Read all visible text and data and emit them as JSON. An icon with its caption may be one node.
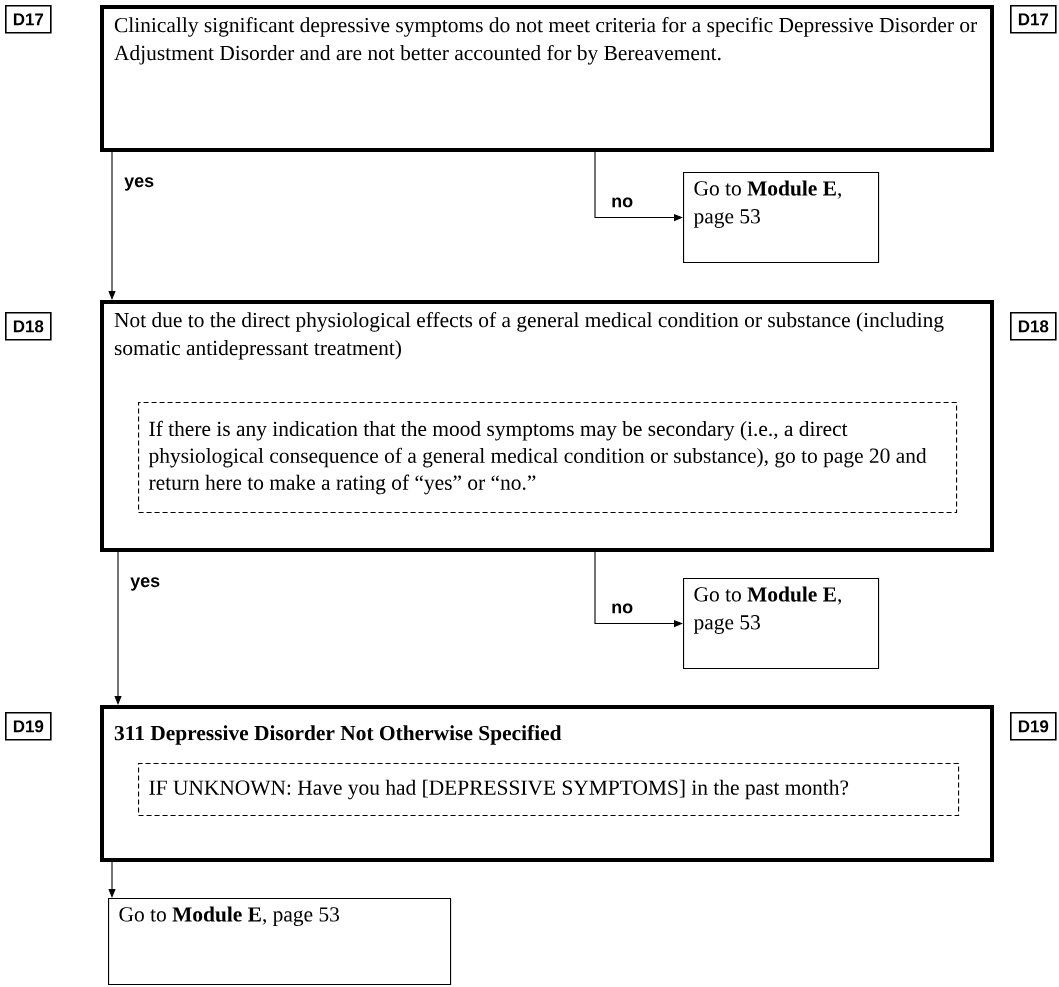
{
  "diagram": {
    "nodes": [
      {
        "text": [
          "D17"
        ]
      },
      {
        "text": [
          "Clinically significant depressive symptoms do not meet criteria for a specific Depressive Disorder or Adjustment Disorder and are not better accounted for by Bereavement."
        ]
      },
      {
        "text": [
          "D17"
        ]
      },
      {
        "text": [
          "Go to **Module E**, page 53"
        ]
      },
      {
        "text": [
          "D18"
        ]
      },
      {
        "text": [
          "Not due to the direct physiological effects of a general medical condition or substance (including somatic antidepressant treatment)"
        ]
      },
      {
        "text": [
          "If there is any indication that the mood symptoms may be secondary (i.e., a direct physiological consequence of a general medical condition or substance), go to page 20 and return here to make a rating of “yes” or “no.”"
        ],
        "in": 5
      },
      {
        "text": [
          "D18"
        ]
      },
      {
        "text": [
          "Go to **Module E**, page 53"
        ]
      },
      {
        "text": [
          "D19"
        ]
      },
      {
        "text": [
          "311 Depressive Disorder Not Otherwise Specified"
        ]
      },
      {
        "text": [
          "IF UNKNOWN: Have you had [DEPRESSIVE SYMPTOMS] in the past month?"
        ],
        "in": 10
      },
      {
        "text": [
          "D19"
        ]
      },
      {
        "text": [
          "Go to **Module E**, page 53"
        ]
      }
    ],
    "edges": [
      {
        "from": 1,
        "to": 5,
        "arrow": "to",
        "label": "yes"
      },
      {
        "from": 1,
        "to": 3,
        "arrow": "to",
        "label": "no"
      },
      {
        "from": 5,
        "to": 10,
        "arrow": "to",
        "label": "yes"
      },
      {
        "from": 5,
        "to": 8,
        "arrow": "to",
        "label": "no"
      },
      {
        "from": 10,
        "to": 13,
        "arrow": "to"
      }
    ]
  }
}
